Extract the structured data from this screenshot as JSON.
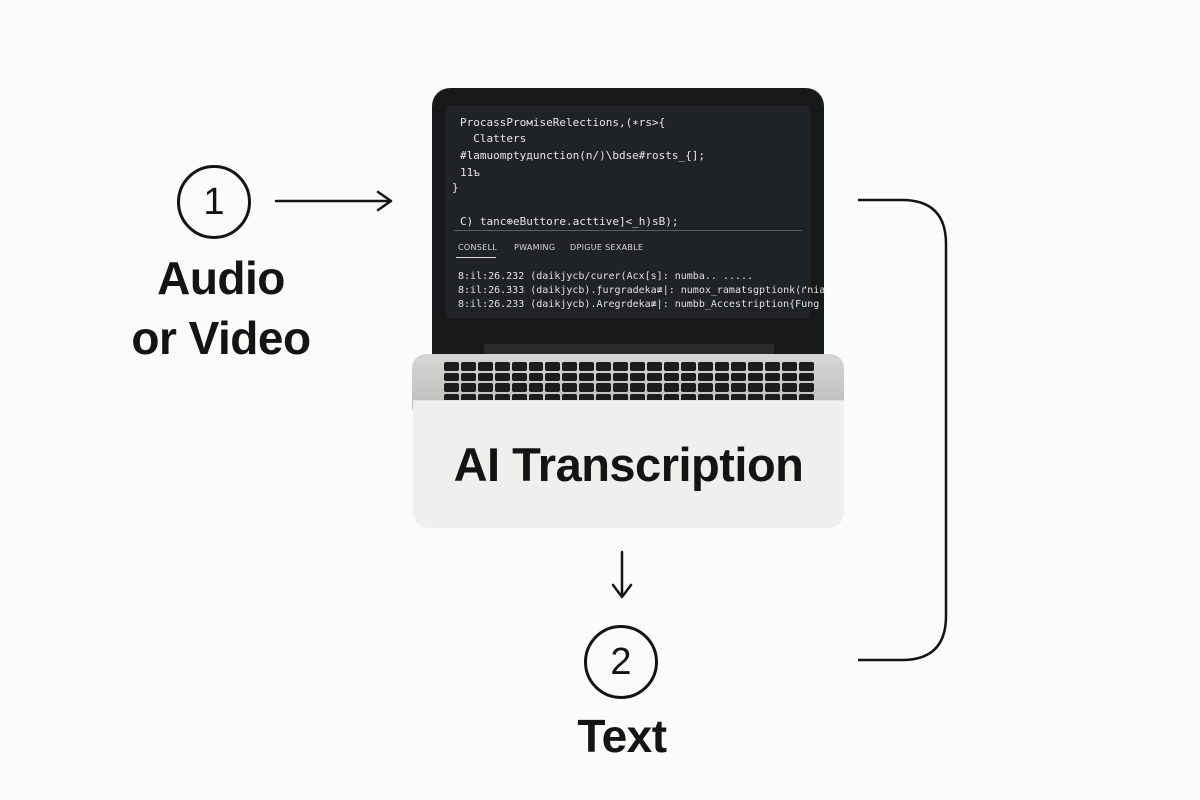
{
  "steps": [
    {
      "number": "1",
      "label_line1": "Audio",
      "label_line2": "or Video"
    },
    {
      "number": "2",
      "label_line1": "Text"
    }
  ],
  "process": {
    "label": "AI Transcription"
  },
  "screen": {
    "code_lines": [
      "ProcassProмiseRelections,(∗rs>{",
      "  Clatters",
      "#lamuomptyдunction(n/)\\bdse#rosts_{];",
      "11ъ",
      "}",
      "C) tanc⊕eButtore.acttive]<_h)sB);"
    ],
    "console_tabs": [
      "CONSELL",
      "PWAMING",
      "DPIGUE SEXABLE"
    ],
    "log_lines": [
      "8:il:26.232 (daikjycb/curer(Acx[s]: numba.. .....",
      "8:il:26.333 (daikjycb).ƒurgradeka≢|: numox_ramatsgptionk⟨ґnia",
      "8:il:26.233 (daikjycb).Aregrdeka≢|: numbb_Accestription{Fung"
    ]
  },
  "icons": {
    "arrow_right": "arrow-right-icon",
    "arrow_down": "arrow-down-icon",
    "bracket": "bracket-connector"
  },
  "colors": {
    "background": "#fbfbf9",
    "ink": "#141414",
    "screen": "#1f2326",
    "box": "#efefed"
  }
}
